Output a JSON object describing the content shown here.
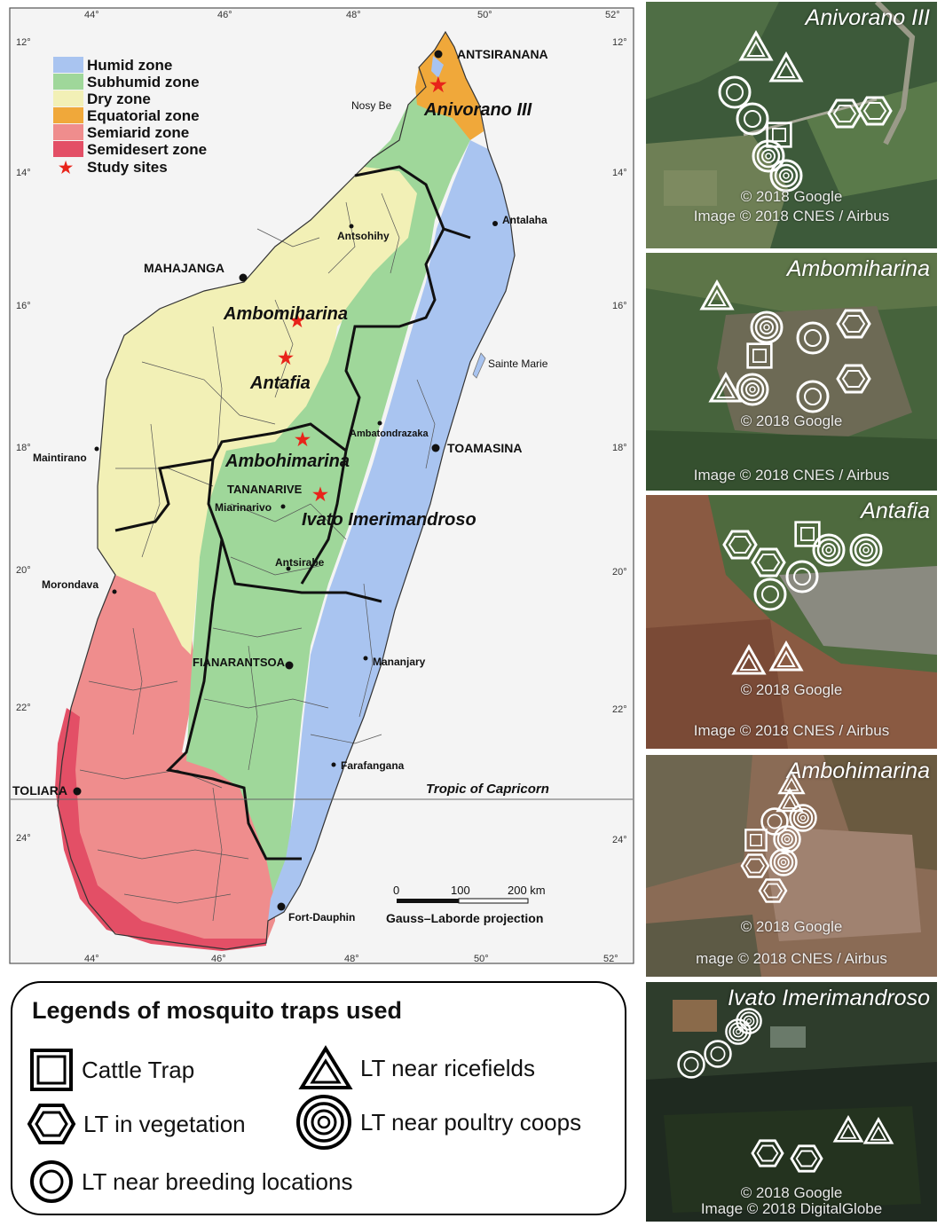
{
  "map": {
    "axis": {
      "lon_ticks": [
        "44°",
        "46°",
        "48°",
        "50°",
        "52°"
      ],
      "lat_ticks": [
        "12°",
        "14°",
        "16°",
        "18°",
        "20°",
        "22°",
        "24°"
      ]
    },
    "legend": {
      "zones": [
        {
          "label": "Humid zone",
          "color": "#a9c4f0"
        },
        {
          "label": "Subhumid zone",
          "color": "#9fd79a"
        },
        {
          "label": "Dry zone",
          "color": "#f2f0b6"
        },
        {
          "label": "Equatorial zone",
          "color": "#f0a83a"
        },
        {
          "label": "Semiarid zone",
          "color": "#ef8d8d"
        },
        {
          "label": "Semidesert zone",
          "color": "#e34f66"
        }
      ],
      "study_sites_label": "Study sites",
      "star_color": "#e8231a"
    },
    "cities": [
      "ANTSIRANANA",
      "Nosy Be",
      "Antalaha",
      "Antsohihy",
      "MAHAJANGA",
      "Sainte Marie",
      "Ambatondrazaka",
      "TOAMASINA",
      "Maintirano",
      "TANANARIVE",
      "Miarinarivo",
      "Antsirabe",
      "Morondava",
      "FIANARANTSOA",
      "Mananjary",
      "Farafangana",
      "TOLIARA",
      "Fort-Dauphin"
    ],
    "study_sites": [
      "Anivorano III",
      "Ambomiharina",
      "Antafia",
      "Ambohimarina",
      "Ivato Imerimandroso"
    ],
    "tropic_label": "Tropic of Capricorn",
    "scale": {
      "ticks": [
        "0",
        "100",
        "200 km"
      ],
      "projection": "Gauss–Laborde projection"
    }
  },
  "trap_legend": {
    "title": "Legends of mosquito traps used",
    "items": [
      {
        "icon": "square-icon",
        "label": "Cattle Trap"
      },
      {
        "icon": "triangle-icon",
        "label": "LT near ricefields"
      },
      {
        "icon": "hexagon-icon",
        "label": "LT in vegetation"
      },
      {
        "icon": "concentric-circle-icon",
        "label": "LT near poultry coops"
      },
      {
        "icon": "circle-icon",
        "label": "LT near breeding locations"
      }
    ]
  },
  "satellite_panels": [
    {
      "title": "Anivorano III",
      "credits": [
        "© 2018 Google",
        "Image © 2018 CNES / Airbus"
      ]
    },
    {
      "title": "Ambomiharina",
      "credits": [
        "© 2018 Google",
        "Image © 2018 CNES / Airbus"
      ]
    },
    {
      "title": "Antafia",
      "credits": [
        "© 2018 Google",
        "Image © 2018 CNES / Airbus"
      ]
    },
    {
      "title": "Ambohimarina",
      "credits": [
        "© 2018 Google",
        "mage © 2018 CNES / Airbus"
      ]
    },
    {
      "title": "Ivato Imerimandroso",
      "credits": [
        "© 2018 Google",
        "Image © 2018 DigitalGlobe"
      ]
    }
  ]
}
